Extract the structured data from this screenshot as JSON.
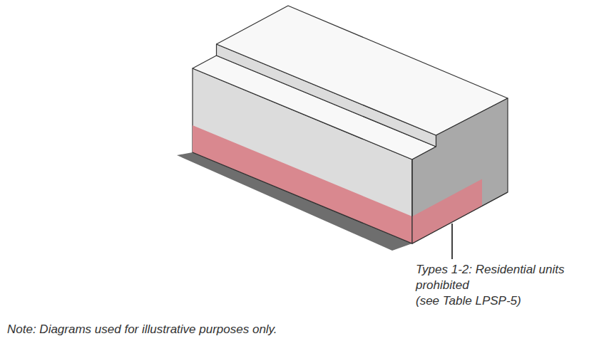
{
  "diagram": {
    "labels": [
      "Types 1-2: Residential units prohibited",
      "(see Table LPSP-5)",
      "Note: Diagrams used for illustrative purposes only."
    ]
  }
}
